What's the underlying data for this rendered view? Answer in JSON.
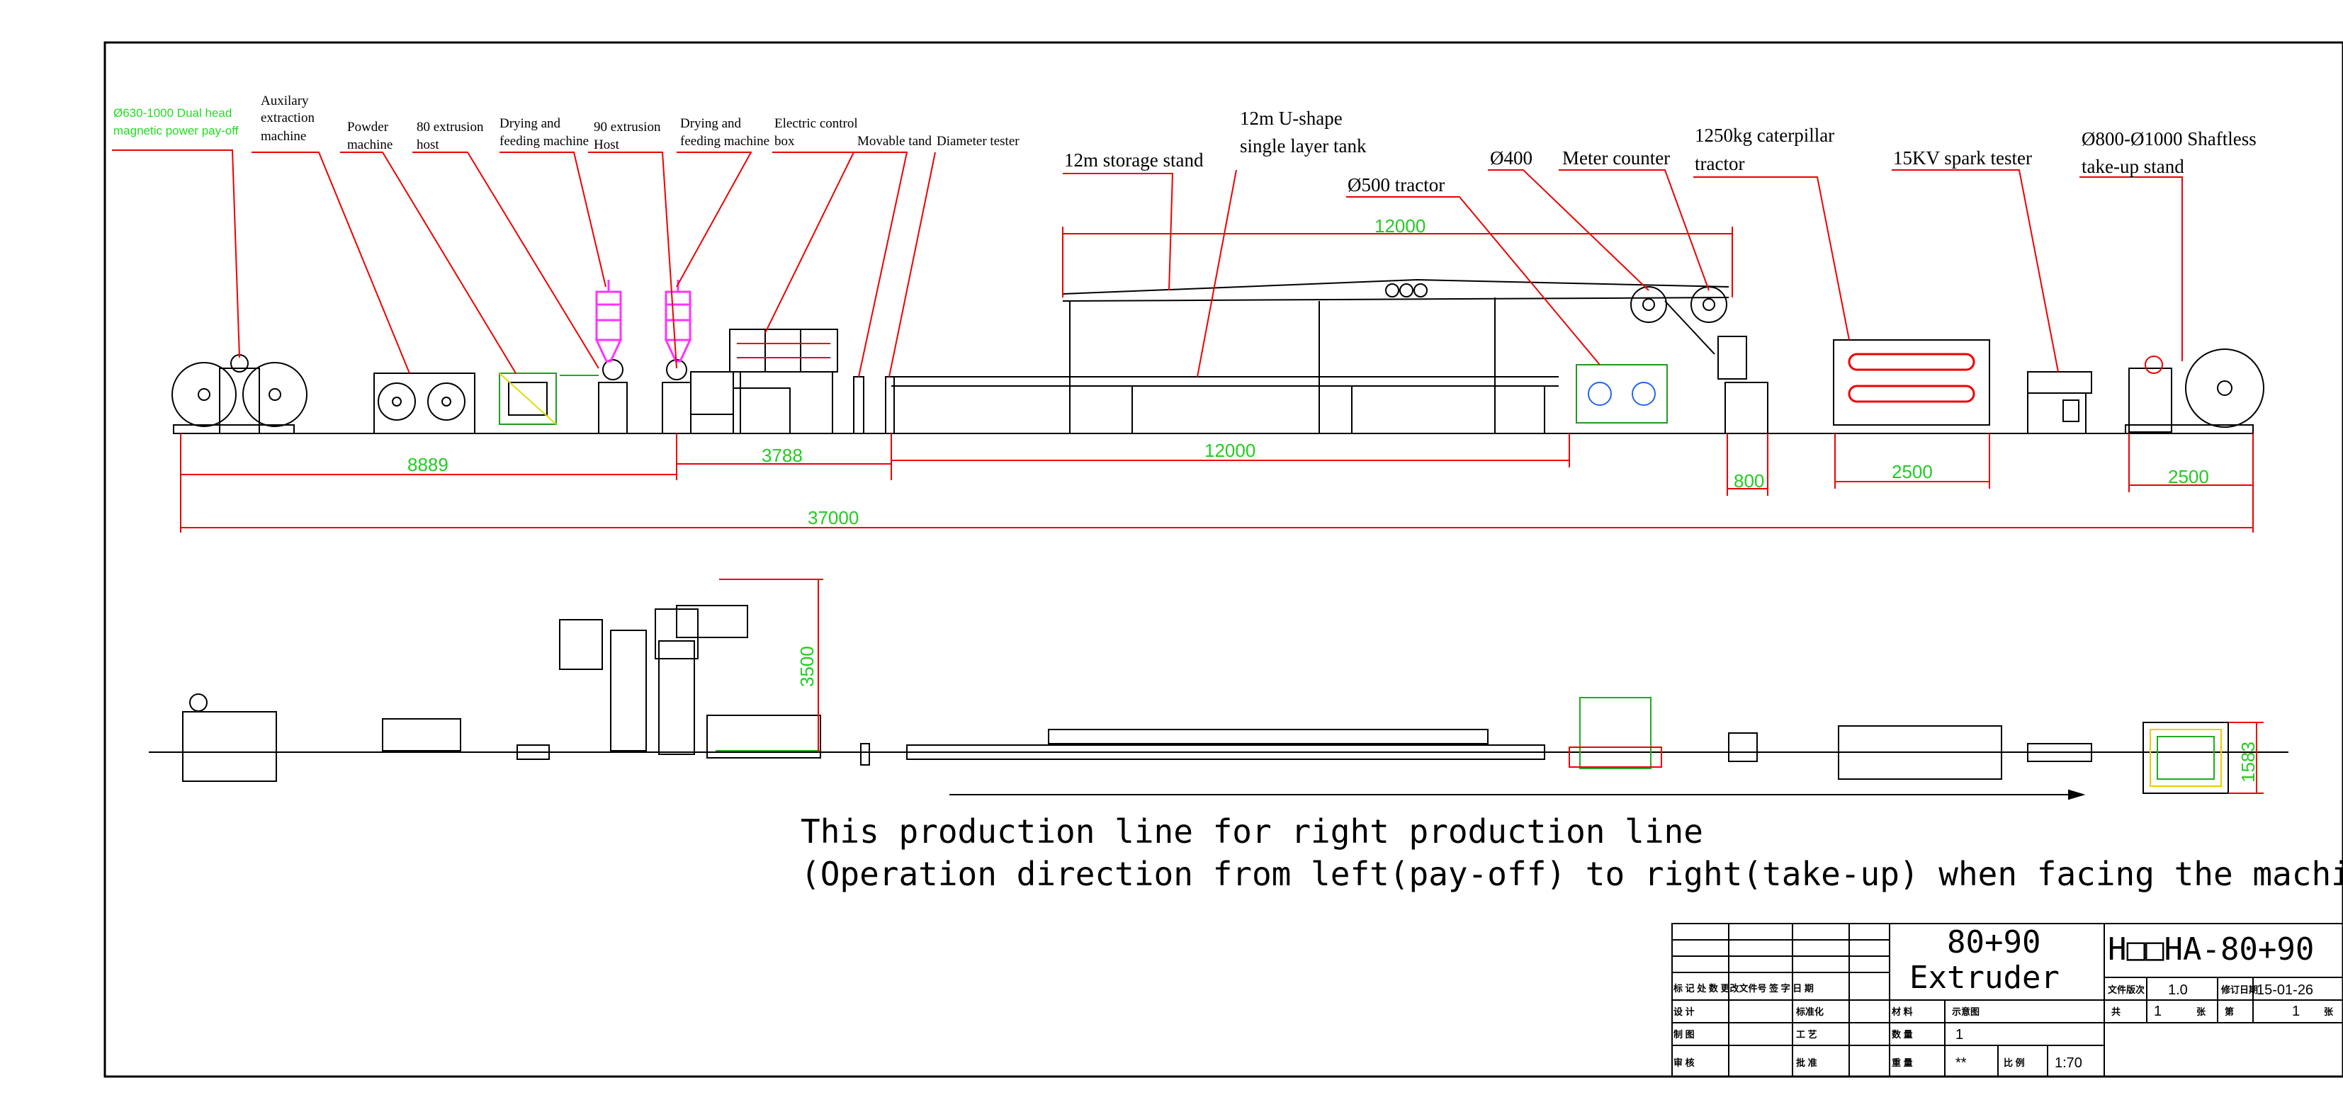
{
  "labels": {
    "payoff": [
      "Ø630-1000 Dual head",
      "magnetic power pay-off"
    ],
    "aux": [
      "Auxilary",
      "extraction",
      "machine"
    ],
    "powder": [
      "Powder",
      "machine"
    ],
    "host80": [
      "80 extrusion",
      "host"
    ],
    "dry1": [
      "Drying and",
      "feeding machine"
    ],
    "host90": [
      "90 extrusion",
      "Host"
    ],
    "dry2": [
      "Drying and",
      "feeding machine"
    ],
    "ecb": [
      "Electric control",
      "box"
    ],
    "movable": "Movable tand",
    "diameter": "Diameter tester",
    "storage": "12m storage stand",
    "tank": [
      "12m U-shape",
      "single layer tank"
    ],
    "tractor500": "Ø500 tractor",
    "d400": "Ø400",
    "meter": "Meter counter",
    "caterpillar": [
      "1250kg caterpillar",
      "tractor"
    ],
    "spark": "15KV spark tester",
    "takeup": [
      "Ø800-Ø1000 Shaftless",
      "take-up stand"
    ]
  },
  "dims": {
    "d12000_top": "12000",
    "d8889": "8889",
    "d3788": "3788",
    "d12000_bottom": "12000",
    "d800": "800",
    "d2500_a": "2500",
    "d2500_b": "2500",
    "d37000": "37000",
    "d3500": "3500",
    "d1583": "1583"
  },
  "note": {
    "line1": "This production line for right production line",
    "line2": "(Operation direction from left(pay-off) to right(take-up) when facing the machine)"
  },
  "title_block": {
    "model": "80+90",
    "name": "Extruder",
    "drawing_no": "H□□HA-80+90",
    "version_label": "文件版次",
    "version": "1.0",
    "date_label": "修订日期",
    "date": "15-01-26",
    "total_label": "共",
    "total": "1",
    "sheet_unit": "张",
    "page_label": "第",
    "page": "1",
    "page_unit": "张",
    "material_label": "材 料",
    "material": "示意图",
    "qty_label": "数 量",
    "qty": "1",
    "weight_label": "重 量",
    "weight": "**",
    "scale_label": "比 例",
    "scale": "1:70",
    "design_label": "设 计",
    "std_label": "标准化",
    "draw_label": "制 图",
    "craft_label": "工 艺",
    "review_label": "审 核",
    "approve_label": "批 准",
    "header_row": "标 记 处 数   更改文件号   签   字 日   期"
  },
  "colors": {
    "leader": "#ee0000",
    "dimension": "#ee0000",
    "dimtext": "#22cc22",
    "dryer": "#ff33ff",
    "green_accent": "#22aa22"
  }
}
